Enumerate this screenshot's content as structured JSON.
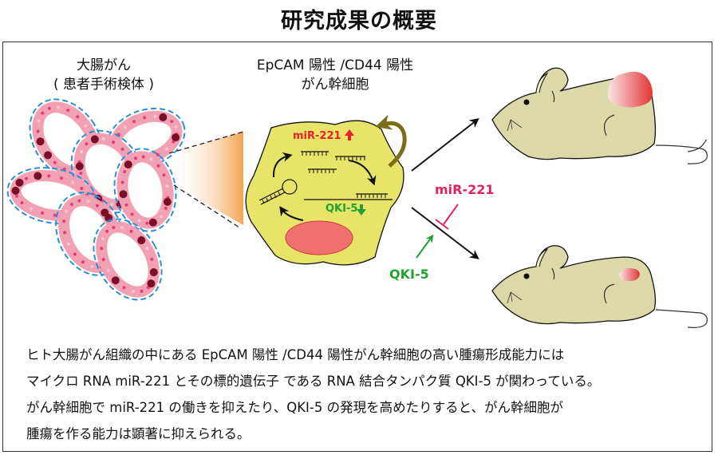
{
  "title": "研究成果の概要",
  "labels": {
    "tissue_line1": "大腸がん",
    "tissue_line2": "( 患者手術検体 )",
    "cell_line1": "EpCAM 陽性 /CD44 陽性",
    "cell_line2": "がん幹細胞"
  },
  "cell": {
    "mir_label": "miR-221",
    "mir_direction": "up",
    "qki_label": "QKI-5",
    "qki_direction": "down"
  },
  "pathway": {
    "inhibitor_label": "miR-221",
    "promoter_label": "QKI-5"
  },
  "mice": [
    {
      "name": "large-tumor",
      "tumor_size": "large"
    },
    {
      "name": "small-tumor",
      "tumor_size": "small"
    }
  ],
  "colors": {
    "cell_fill": "#e8e46a",
    "nucleus": "#f07070",
    "mir_red": "#e8202a",
    "qki_green": "#22a030",
    "inhibit_pink": "#e0245a",
    "loop_arrow": "#7a6e1a",
    "mouse_fill": "#dcd9a8",
    "fiber_blue": "#2a8ed8"
  },
  "description": [
    "ヒト大腸がん組織の中にある EpCAM 陽性 /CD44 陽性がん幹細胞の高い腫瘍形成能力には",
    "マイクロ RNA miR-221 とその標的遺伝子 である RNA 結合タンパク質 QKI-5 が関わっている。",
    "がん幹細胞で miR-221 の働きを抑えたり、QKI-5 の発現を高めたりすると、がん幹細胞が",
    "腫瘍を作る能力は顕著に抑えられる。"
  ]
}
